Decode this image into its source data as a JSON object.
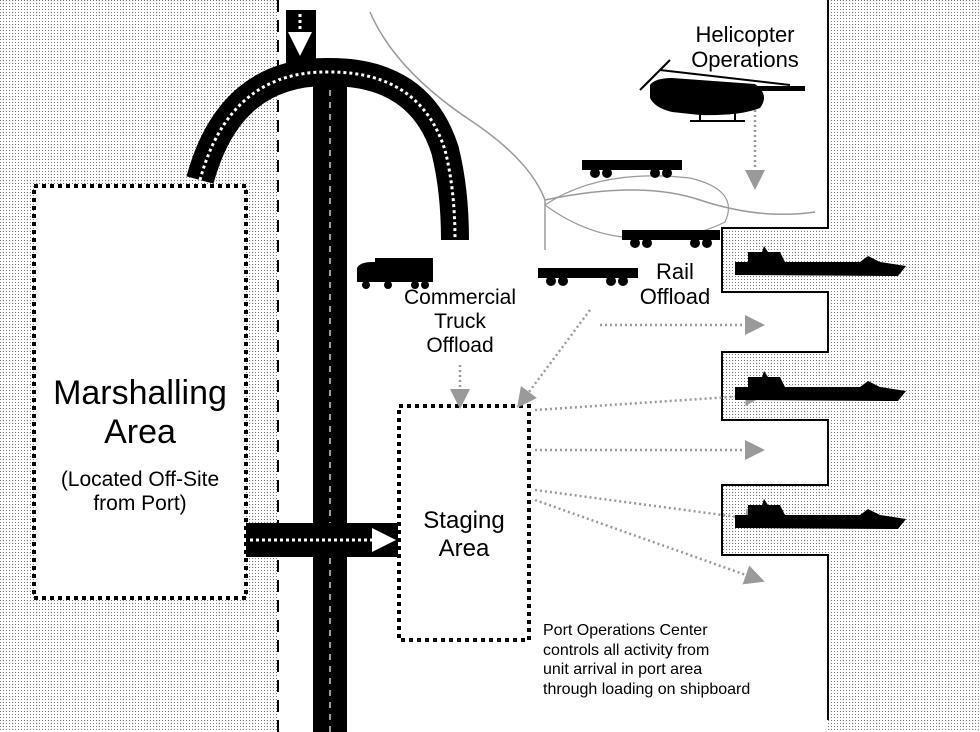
{
  "labels": {
    "marshalling_title": "Marshalling\nArea",
    "marshalling_note": "(Located Off-Site\nfrom Port)",
    "staging": "Staging\nArea",
    "truck": "Commercial\nTruck\nOffload",
    "rail": "Rail\nOffload",
    "helicopter": "Helicopter\nOperations",
    "poc_note": "Port Operations Center\ncontrols all activity from\nunit arrival in port area\nthrough loading on shipboard"
  },
  "colors": {
    "land_gray": "#c9c9c9",
    "ink": "#000000",
    "background": "#ffffff"
  },
  "icons": {
    "helicopter": "helicopter-icon",
    "truck": "truck-icon",
    "railcar": "railcar-icon",
    "ship": "ship-icon"
  }
}
